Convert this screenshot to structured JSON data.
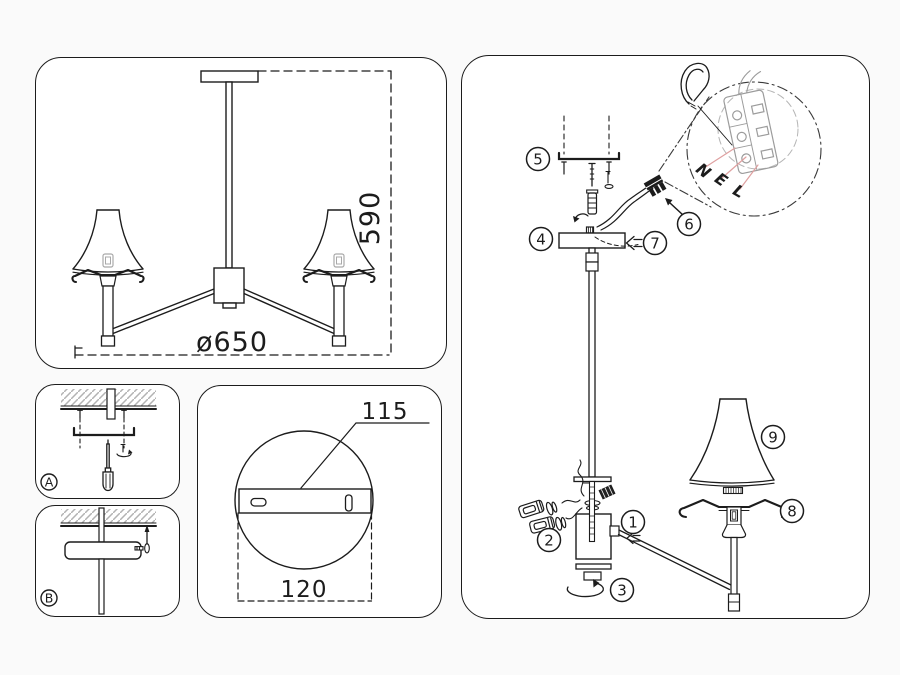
{
  "colors": {
    "line": "#1c1c1c",
    "background": "#fafafa",
    "panel_bg": "#ffffff",
    "hatch_gray": "#b3b3b3",
    "detail_gray": "#9c9c9c",
    "leader_pink": "#dfa0a0",
    "bulb_gray": "#a9a9a9"
  },
  "overview": {
    "height_mm": "590",
    "diameter_mm": "ø650"
  },
  "step_a": {
    "label": "A"
  },
  "step_b": {
    "label": "B"
  },
  "canopy_detail": {
    "hole_spacing_mm": "115",
    "plate_width_mm": "120"
  },
  "exploded": {
    "parts": [
      "1",
      "2",
      "3",
      "4",
      "5",
      "6",
      "7",
      "8",
      "9"
    ],
    "wires": {
      "n": "N",
      "e": "E",
      "l": "L"
    }
  }
}
